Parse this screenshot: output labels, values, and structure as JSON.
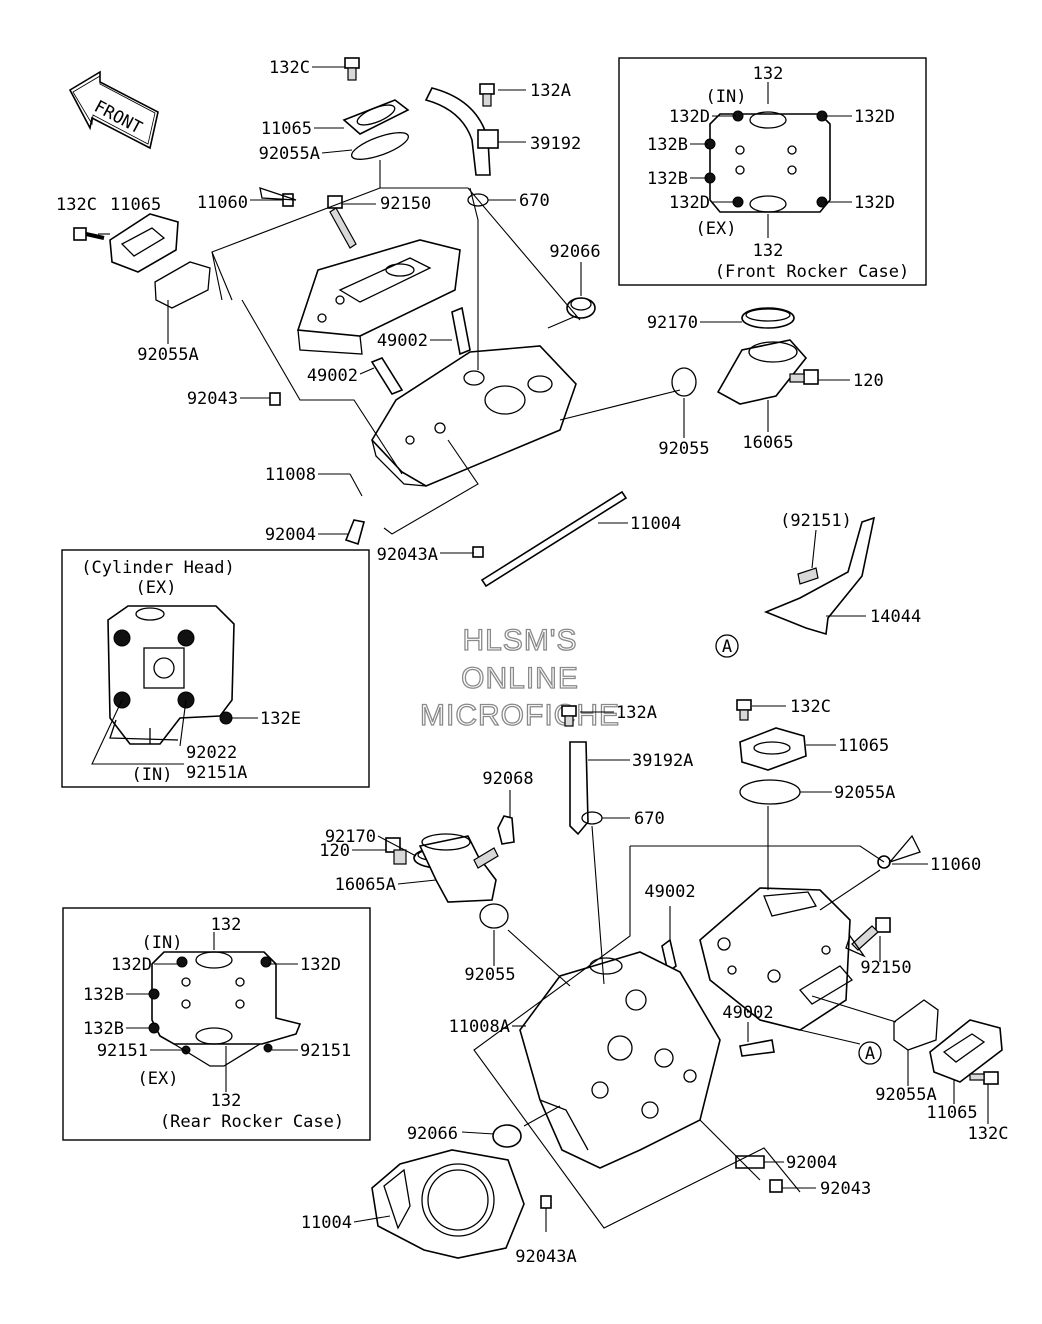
{
  "front_arrow": {
    "text": "FRONT"
  },
  "watermark": {
    "line1": "HLSM'S",
    "line2": "ONLINE",
    "line3": "MICROFICHE"
  },
  "insets": {
    "front_rocker_case": {
      "caption": "(Front Rocker Case)",
      "in": "(IN)",
      "ex": "(EX)"
    },
    "cylinder_head": {
      "caption": "(Cylinder Head)",
      "in": "(IN)",
      "ex": "(EX)"
    },
    "rear_rocker_case": {
      "caption": "(Rear Rocker Case)",
      "in": "(IN)",
      "ex": "(EX)"
    }
  },
  "ref_marks": {
    "a1": "A",
    "a2": "A"
  },
  "labels": {
    "l132c_top": "132C",
    "l11065_top": "11065",
    "l92055a_top": "92055A",
    "l132a_top": "132A",
    "l39192": "39192",
    "l11060_top": "11060",
    "l92150_top": "92150",
    "l670_top": "670",
    "l132c_left": "132C",
    "l11065_left": "11065",
    "l92055a_left": "92055A",
    "l92066_top": "92066",
    "l92170_top": "92170",
    "l49002_a": "49002",
    "l49002_b": "49002",
    "l120_top": "120",
    "l92043_top": "92043",
    "l92055_top": "92055",
    "l16065": "16065",
    "l11008": "11008",
    "l92004_top": "92004",
    "l11004_top": "11004",
    "l92043a_top": "92043A",
    "l92151_p": "(92151)",
    "l14044": "14044",
    "f132_top": "132",
    "f132d_1": "132D",
    "f132d_2": "132D",
    "f132b_1": "132B",
    "f132b_2": "132B",
    "f132d_3": "132D",
    "f132d_4": "132D",
    "f132_bot": "132",
    "c132e": "132E",
    "c92022": "92022",
    "c92151a": "92151A",
    "l132a_mid": "132A",
    "l39192a": "39192A",
    "l132c_right": "132C",
    "l11065_right": "11065",
    "l92055a_right": "92055A",
    "l92068": "92068",
    "l92170_mid": "92170",
    "l670_mid": "670",
    "l120_mid": "120",
    "l16065a": "16065A",
    "l11060_right": "11060",
    "l49002_c": "49002",
    "l92150_right": "92150",
    "l92055_mid": "92055",
    "l11008a": "11008A",
    "l49002_d": "49002",
    "l92055a_br": "92055A",
    "l11065_br": "11065",
    "l132c_br": "132C",
    "l92066_bot": "92066",
    "l92004_bot": "92004",
    "l92043_bot": "92043",
    "l11004_bot": "11004",
    "l92043a_bot": "92043A",
    "r132_top": "132",
    "r132d_1": "132D",
    "r132d_2": "132D",
    "r132b_1": "132B",
    "r132b_2": "132B",
    "r92151_1": "92151",
    "r92151_2": "92151",
    "r132_bot": "132"
  }
}
